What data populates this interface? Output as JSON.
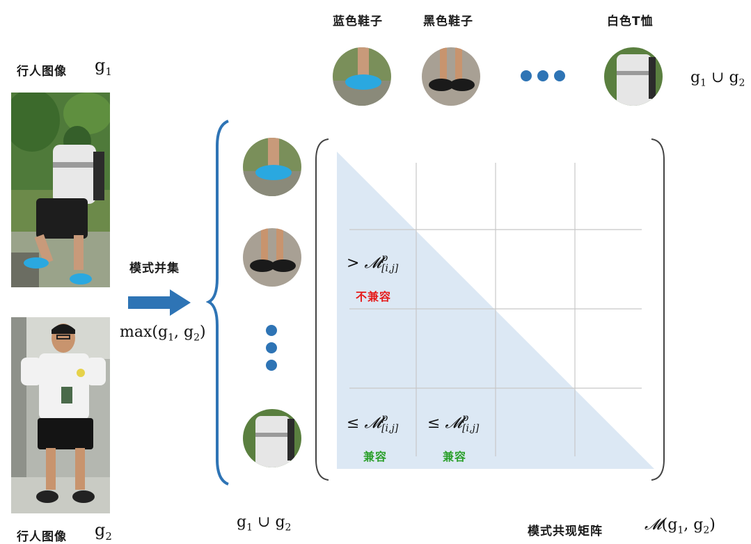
{
  "person1": {
    "label": "行人图像",
    "set": "g",
    "sub": "1"
  },
  "person2": {
    "label": "行人图像",
    "set": "g",
    "sub": "2"
  },
  "patterns": [
    {
      "label": "蓝色鞋子",
      "icon": "blue-shoes-thumbnail"
    },
    {
      "label": "黑色鞋子",
      "icon": "black-shoes-thumbnail"
    },
    {
      "label": "白色T恤",
      "icon": "white-tshirt-thumbnail"
    }
  ],
  "union_label": {
    "g1": "g",
    "s1": "1",
    "op": "∪",
    "g2": "g",
    "s2": "2"
  },
  "arrow": {
    "label": "模式并集",
    "func": "max(g",
    "s1": "1",
    "comma": ", g",
    "s2": "2",
    "close": ")"
  },
  "matrix": {
    "upper_cell": {
      "sym": "> ",
      "M": "𝓜",
      "sup": "p",
      "sub": "[i,j]",
      "tag": "不兼容"
    },
    "lower_cells": [
      {
        "sym": "≤ ",
        "M": "𝓜",
        "sup": "p",
        "sub": "[i,j]",
        "tag": "兼容"
      },
      {
        "sym": "≤ ",
        "M": "𝓜",
        "sup": "p",
        "sub": "[i,j]",
        "tag": "兼容"
      }
    ],
    "title": "模式共现矩阵",
    "symbol": {
      "M": "𝓜",
      "open": "(g",
      "s1": "1",
      "comma": ", g",
      "s2": "2",
      "close": ")"
    }
  },
  "colors": {
    "accent": "#2e74b5",
    "triangle": "#dce8f4",
    "incompatible": "#e51c1c",
    "compatible": "#2ca02c"
  }
}
